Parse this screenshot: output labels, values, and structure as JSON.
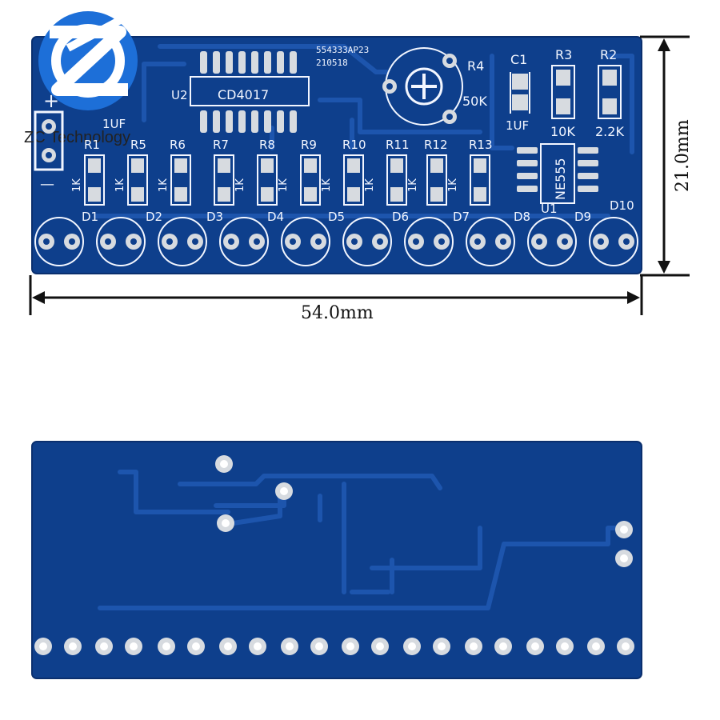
{
  "brand": {
    "name": "ZC Technology"
  },
  "dimensions": {
    "width": "54.0mm",
    "height": "21.0mm"
  },
  "board_top": {
    "chip_id": "554333AP23",
    "date_code": "210518",
    "u2_label": "U2",
    "u2_part": "CD4017",
    "pot_label": "R4",
    "pot_value": "50K",
    "cap_label": "C1",
    "cap_value": "1UF",
    "left_cap_value": "1UF",
    "plus": "+",
    "minus": "—",
    "r3_label": "R3",
    "r3_value": "10K",
    "r2_label": "R2",
    "r2_value": "2.2K",
    "ne555": "NE555",
    "u1_label": "U1",
    "resistors": [
      {
        "label": "R1",
        "value": "1K"
      },
      {
        "label": "R5",
        "value": "1K"
      },
      {
        "label": "R6",
        "value": "1K"
      },
      {
        "label": "R7",
        "value": "1K"
      },
      {
        "label": "R8",
        "value": "1K"
      },
      {
        "label": "R9",
        "value": "1K"
      },
      {
        "label": "R10",
        "value": "1K"
      },
      {
        "label": "R11",
        "value": "1K"
      },
      {
        "label": "R12",
        "value": "1K"
      },
      {
        "label": "R13",
        "value": ""
      }
    ],
    "leds": [
      "D1",
      "D2",
      "D3",
      "D4",
      "D5",
      "D6",
      "D7",
      "D8",
      "D9",
      "D10"
    ]
  },
  "colors": {
    "pcb": "#0e3f8c",
    "pcb_edge": "#0a2f6e",
    "trace": "#1d55ad",
    "pad": "#d7dbe0",
    "silk": "#f2f6ff",
    "logo_blue": "#1d6fd8"
  }
}
